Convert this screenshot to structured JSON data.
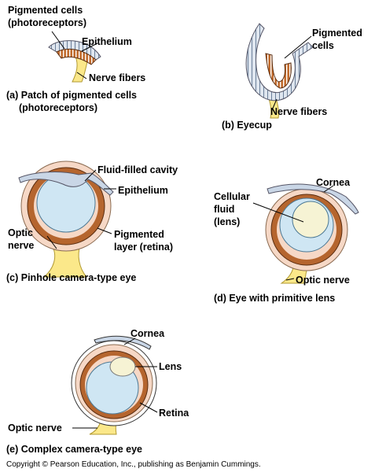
{
  "panel_a": {
    "labels": {
      "pigmented_cells": [
        "Pigmented cells",
        "(photoreceptors)"
      ],
      "epithelium": "Epithelium",
      "nerve_fibers": "Nerve fibers"
    },
    "caption": [
      "(a) Patch of pigmented cells",
      "(photoreceptors)"
    ]
  },
  "panel_b": {
    "labels": {
      "pigmented_cells": [
        "Pigmented",
        "cells"
      ],
      "nerve_fibers": "Nerve fibers"
    },
    "caption": "(b) Eyecup"
  },
  "panel_c": {
    "labels": {
      "fluid_filled_cavity": "Fluid-filled cavity",
      "epithelium": "Epithelium",
      "optic_nerve": [
        "Optic",
        "nerve"
      ],
      "pigmented_layer": [
        "Pigmented",
        "layer (retina)"
      ]
    },
    "caption": "(c) Pinhole camera-type eye"
  },
  "panel_d": {
    "labels": {
      "cornea": "Cornea",
      "cellular_fluid": [
        "Cellular",
        "fluid",
        "(lens)"
      ],
      "optic_nerve": "Optic nerve"
    },
    "caption": "(d) Eye with primitive lens"
  },
  "panel_e": {
    "labels": {
      "cornea": "Cornea",
      "lens": "Lens",
      "retina": "Retina",
      "optic_nerve": "Optic nerve"
    },
    "caption": "(e) Complex camera-type eye"
  },
  "copyright": "Copyright © Pearson Education, Inc., publishing as Benjamin Cummings.",
  "colors": {
    "fluid": "#cfe6f3",
    "pigment": "#b5652e",
    "pink": "#f6d8c6",
    "nerve": "#fbe88a",
    "epithelium": "#c9d6e6",
    "lens": "#f6f3d4"
  }
}
